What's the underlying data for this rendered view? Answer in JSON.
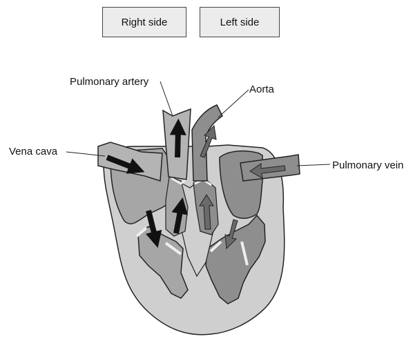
{
  "boxes": {
    "right_side": "Right side",
    "left_side": "Left side"
  },
  "labels": {
    "pulmonary_artery": "Pulmonary artery",
    "aorta": "Aorta",
    "vena_cava": "Vena cava",
    "pulmonary_vein": "Pulmonary vein"
  },
  "colors": {
    "heart_outer": "#cfcfcf",
    "chamber": "#a6a6a6",
    "left_chamber": "#8e8e8e",
    "vessel": "#b4b4b4",
    "arrow_dark": "#111111",
    "arrow_grey": "#6a6a6a",
    "valve": "#eeeeee"
  }
}
